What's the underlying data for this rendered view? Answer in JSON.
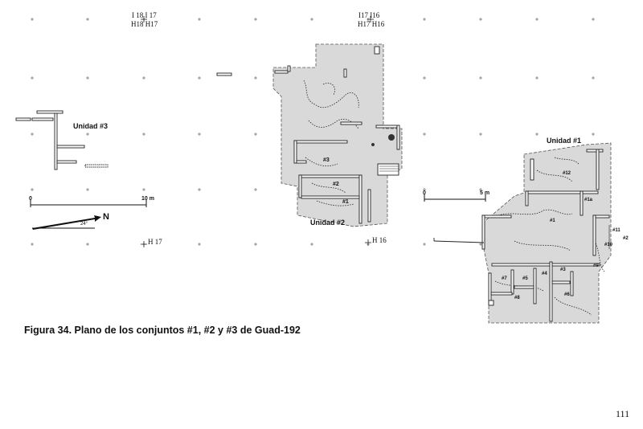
{
  "grid_labels": {
    "top_left_upper": "I 18 I 17",
    "top_left_lower": "H18 H17",
    "top_right_upper": "I17 I16",
    "top_right_lower": "H17 H16",
    "bottom_h17": "H 17",
    "bottom_h16": "H 16"
  },
  "units": {
    "u3": "Unidad #3",
    "u2": "Unidad #2",
    "u1": "Unidad #1"
  },
  "scale_left": {
    "start": "0",
    "end": "10 m"
  },
  "scale_right": {
    "start": "0",
    "end": "5 m"
  },
  "north": {
    "label": "N",
    "angle": "24°"
  },
  "rooms_u2": {
    "r3": "#3",
    "r2": "#2",
    "r1": "#1"
  },
  "rooms_u1": {
    "r12": "#12",
    "r1a": "#1a",
    "r1": "#1",
    "r11": "#11",
    "r2": "#2",
    "r10": "#10",
    "r9": "#9",
    "r3": "#3",
    "r4": "#4",
    "r5": "#5",
    "r7": "#7",
    "r6": "#6",
    "r8": "#8"
  },
  "caption": "Figura 34. Plano de los conjuntos #1, #2 y #3 de Guad-192",
  "page_number": "111"
}
